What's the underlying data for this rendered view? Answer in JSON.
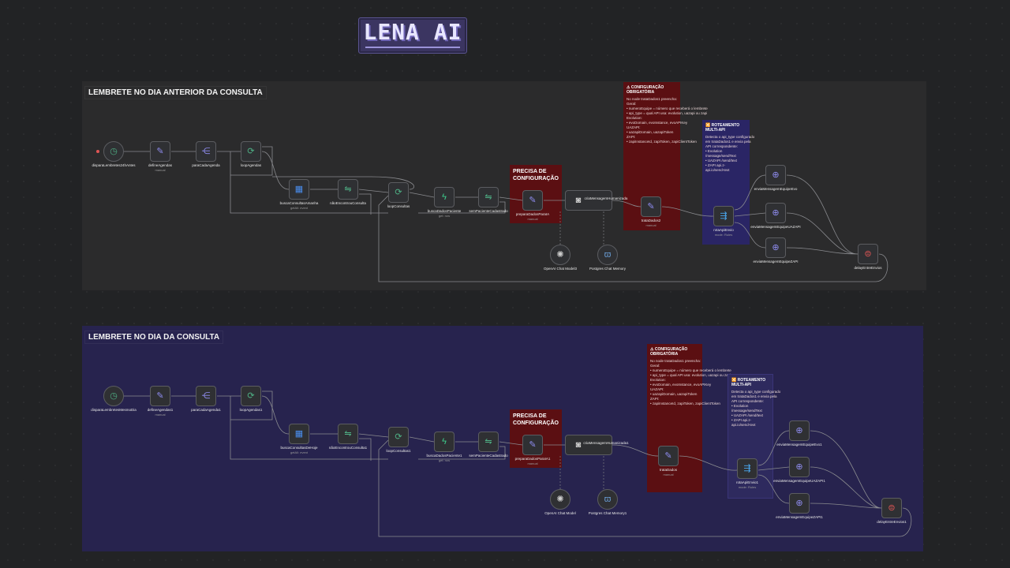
{
  "logo": {
    "text": "LENA AI"
  },
  "section1": {
    "title": "LEMBRETE NO DIA ANTERIOR DA CONSULTA",
    "sticky_precisa": "PRECISA DE CONFIGURAÇÃO",
    "sticky_config": {
      "title": "⚠ CONFIGURAÇÃO OBRIGATÓRIA",
      "intro": "No node trataDados1 preencha:",
      "lines": [
        "Geral:",
        "• numeroEquipe = número que receberá o lembrete",
        "• api_type = qual API usa: evolution, uazapi ou zapi",
        "Evolution:",
        "• evoDomain, evoInstance, evoAPIKey",
        "UAZAPI:",
        "• uazapiDomain, uazapiToken",
        "ZAPI:",
        "• zapiInstanceId, zapiToken, zapiClientToken"
      ]
    },
    "sticky_roteamento": {
      "title": "🔀 ROTEAMENTO MULTI-API",
      "lines": [
        "Detecta o api_type configurado",
        "em trataDados1 e envia pela",
        "API correspondente:",
        "• Evolution",
        "/message/sendText",
        "• UAZAPI /send/text",
        "• ZAPI api.z-",
        "api.io/send-text"
      ]
    },
    "nodes": {
      "n1": {
        "label": "disparaLembretes24hAntes",
        "icon": "clock-icon"
      },
      "n2": {
        "label": "defineAgendas",
        "sub": "manual",
        "icon": "pencil-icon"
      },
      "n3": {
        "label": "paraCadaAgenda",
        "icon": "split-icon"
      },
      "n4": {
        "label": "loopAgendas",
        "icon": "loop-icon"
      },
      "n5": {
        "label": "buscaConsultasAmanha",
        "sub": "getAll: event",
        "icon": "calendar-icon"
      },
      "n6": {
        "label": "nãoEncontrouConsulta",
        "icon": "if-icon"
      },
      "n7": {
        "label": "loopConsultas",
        "icon": "loop-icon"
      },
      "n8": {
        "label": "buscaDadosPaciente",
        "sub": "get: row",
        "icon": "bolt-icon"
      },
      "n9": {
        "label": "semPacienteCadastrado",
        "icon": "if-icon"
      },
      "n10": {
        "label": "preparaDadosParaIA",
        "sub": "manual",
        "icon": "pencil-icon"
      },
      "n11": {
        "label": "criaMensagemHumanizada",
        "icon": "robot-icon"
      },
      "n12": {
        "label": "OpenAI Chat Model3",
        "icon": "openai-icon"
      },
      "n13": {
        "label": "Postgres Chat Memory",
        "icon": "postgres-icon"
      },
      "n14": {
        "label": "trataDados2",
        "sub": "manual",
        "icon": "pencil-icon"
      },
      "n15": {
        "label": "rotaApiEnvio",
        "sub": "mode: Rules",
        "icon": "switch-icon"
      },
      "n16": {
        "label": "enviaMensagemEquipeEvo",
        "icon": "globe-icon"
      },
      "n17": {
        "label": "enviaMensagemEquipeUAZAPI",
        "icon": "globe-icon"
      },
      "n18": {
        "label": "enviaMensagemEquipeZAPI",
        "icon": "globe-icon"
      },
      "n19": {
        "label": "delayEntreEnvios",
        "icon": "pause-icon"
      }
    }
  },
  "section2": {
    "title": "LEMBRETE NO DIA DA CONSULTA",
    "sticky_precisa": "PRECISA DE CONFIGURAÇÃO",
    "sticky_config": {
      "title": "⚠ CONFIGURAÇÃO OBRIGATÓRIA",
      "intro": "No node trataDados1 preencha:",
      "lines": [
        "Geral:",
        "• numeroEquipe = número que receberá o lembrete",
        "• api_type = qual API usa: evolution, uazapi ou zapi",
        "Evolution:",
        "• evoDomain, evoInstance, evoAPIKey",
        "UAZAPI:",
        "• uazapiDomain, uazapiToken",
        "ZAPI:",
        "• zapiInstanceId, zapiToken, zapiClientToken"
      ]
    },
    "sticky_roteamento": {
      "title": "🔀 ROTEAMENTO MULTI-API",
      "lines": [
        "Detecta o api_type configurado",
        "em trataDados1 e envia pela",
        "API correspondente:",
        "• Evolution",
        "/message/sendText",
        "• UAZAPI /send/text",
        "• ZAPI api.z-",
        "api.io/send-text"
      ]
    },
    "nodes": {
      "n1": {
        "label": "disparaLembretesMesmoDia",
        "icon": "clock-icon"
      },
      "n2": {
        "label": "defineAgendas1",
        "sub": "manual",
        "icon": "pencil-icon"
      },
      "n3": {
        "label": "paraCadaAgenda1",
        "icon": "split-icon"
      },
      "n4": {
        "label": "loopAgendas1",
        "icon": "loop-icon"
      },
      "n5": {
        "label": "buscaConsultasDeHoje",
        "sub": "getAll: event",
        "icon": "calendar-icon"
      },
      "n6": {
        "label": "nãoEncontrouConsulta1",
        "icon": "if-icon"
      },
      "n7": {
        "label": "loopConsultas1",
        "icon": "loop-icon"
      },
      "n8": {
        "label": "buscaDadosPaciente1",
        "sub": "get: row",
        "icon": "bolt-icon"
      },
      "n9": {
        "label": "semPacienteCadastrado",
        "icon": "if-icon"
      },
      "n10": {
        "label": "preparaDadosParaIA1",
        "sub": "manual",
        "icon": "pencil-icon"
      },
      "n11": {
        "label": "criaMensagemHumanizada1",
        "icon": "robot-icon"
      },
      "n12": {
        "label": "OpenAI Chat Model",
        "icon": "openai-icon"
      },
      "n13": {
        "label": "Postgres Chat Memory1",
        "icon": "postgres-icon"
      },
      "n14": {
        "label": "trataDados",
        "sub": "manual",
        "icon": "pencil-icon"
      },
      "n15": {
        "label": "rotaApiEnvio1",
        "sub": "mode: Rules",
        "icon": "switch-icon"
      },
      "n16": {
        "label": "enviaMensagemEquipeEvo1",
        "icon": "globe-icon"
      },
      "n17": {
        "label": "enviaMensagemEquipeUAZAPI1",
        "icon": "globe-icon"
      },
      "n18": {
        "label": "enviaMensagemEquipeZAPI1",
        "icon": "globe-icon"
      },
      "n19": {
        "label": "delayEntreEnvios1",
        "icon": "pause-icon"
      }
    }
  },
  "colors": {
    "canvas": "#222325",
    "section1": "#2b2b2c",
    "section2": "#27234e",
    "sticky_red": "#5b0f12",
    "sticky_blue": "#2a2565",
    "node_bg": "#2f3033"
  }
}
